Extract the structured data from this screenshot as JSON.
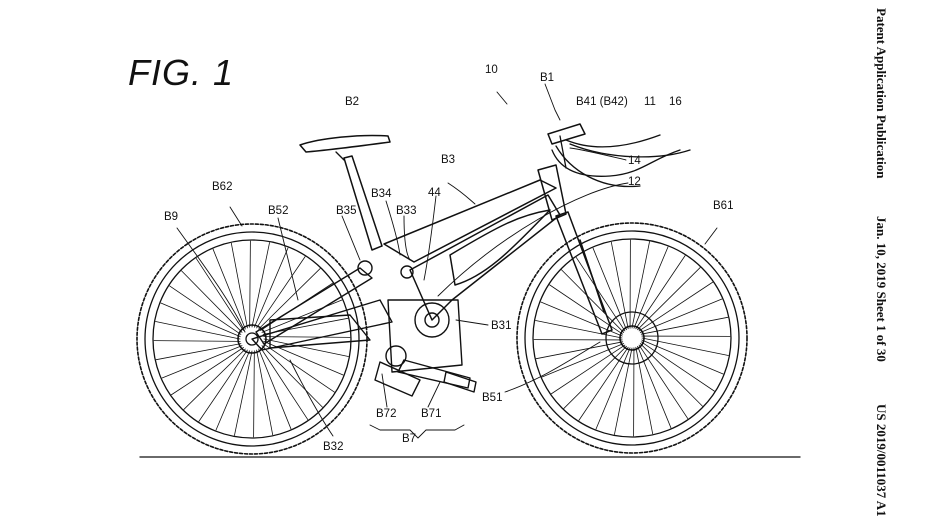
{
  "figure": {
    "title": "FIG. 1"
  },
  "header": {
    "publication_type": "Patent Application Publication",
    "date_sheet": "Jan. 10, 2019  Sheet 1 of 30",
    "publication_number": "US 2019/0011037 A1"
  },
  "labels": {
    "ref_10": "10",
    "B1": "B1",
    "B41": "B41 (B42)",
    "ref_11": "11",
    "ref_16": "16",
    "ref_14": "14",
    "ref_12": "12",
    "B2": "B2",
    "B3": "B3",
    "B34": "B34",
    "ref_44": "44",
    "B33": "B33",
    "B35": "B35",
    "B52": "B52",
    "B62": "B62",
    "B9": "B9",
    "B61": "B61",
    "B31": "B31",
    "B51": "B51",
    "B72": "B72",
    "B71": "B71",
    "B7": "B7",
    "B32": "B32"
  }
}
